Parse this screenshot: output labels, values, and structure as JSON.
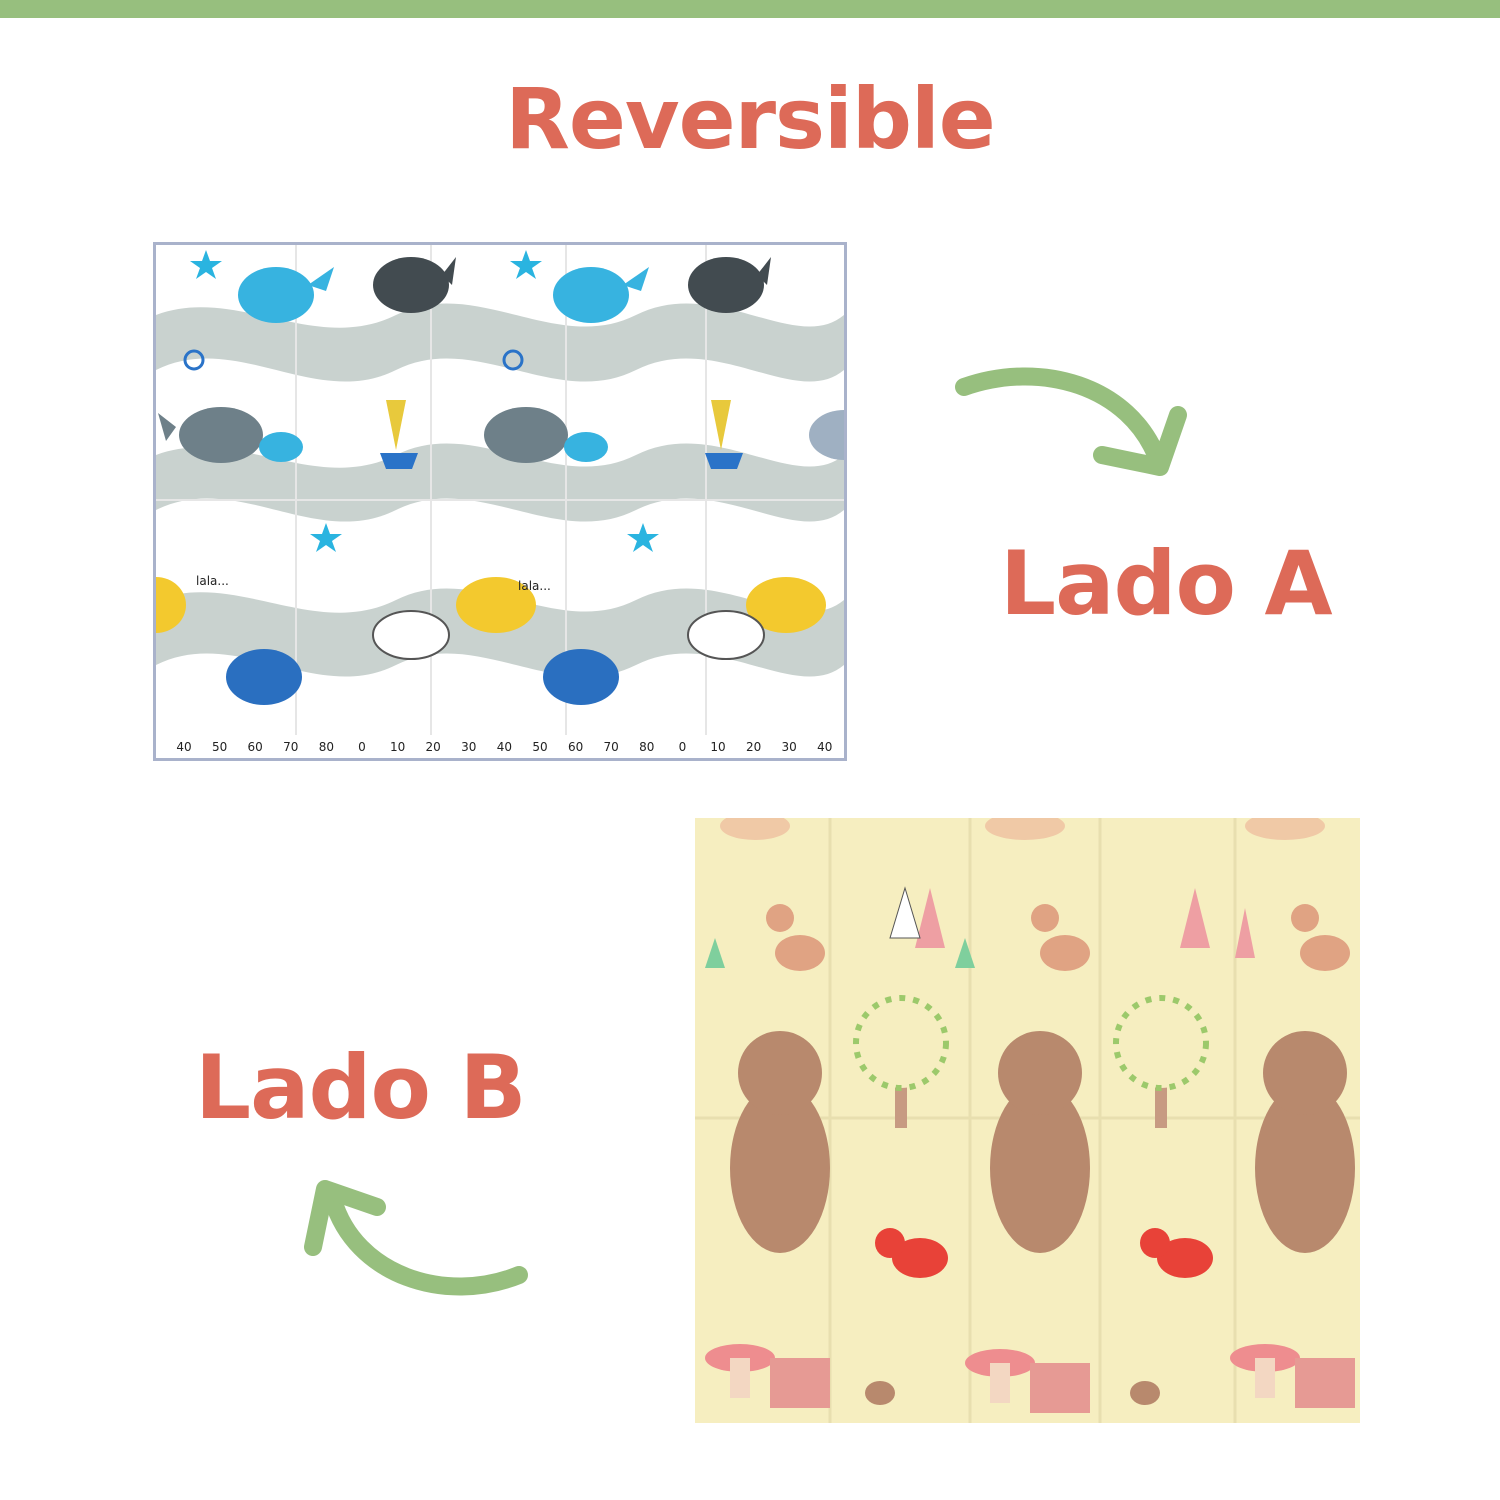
{
  "heading": "Reversible",
  "side_a": {
    "label": "Lado A",
    "mat_text": "lala...",
    "ruler": [
      "40",
      "50",
      "60",
      "70",
      "80",
      "0",
      "10",
      "20",
      "30",
      "40",
      "50",
      "60",
      "70",
      "80",
      "0",
      "10",
      "20",
      "30",
      "40"
    ]
  },
  "side_b": {
    "label": "Lado B"
  },
  "colors": {
    "accent_text": "#dd6a58",
    "arrow_green": "#97bf7e",
    "top_bar": "#97bf7e",
    "mat_a_wave": "#c9d2cf",
    "mat_b_background": "#f6eec0"
  },
  "icons": [
    "curved-arrow-right-icon",
    "curved-arrow-left-icon"
  ]
}
